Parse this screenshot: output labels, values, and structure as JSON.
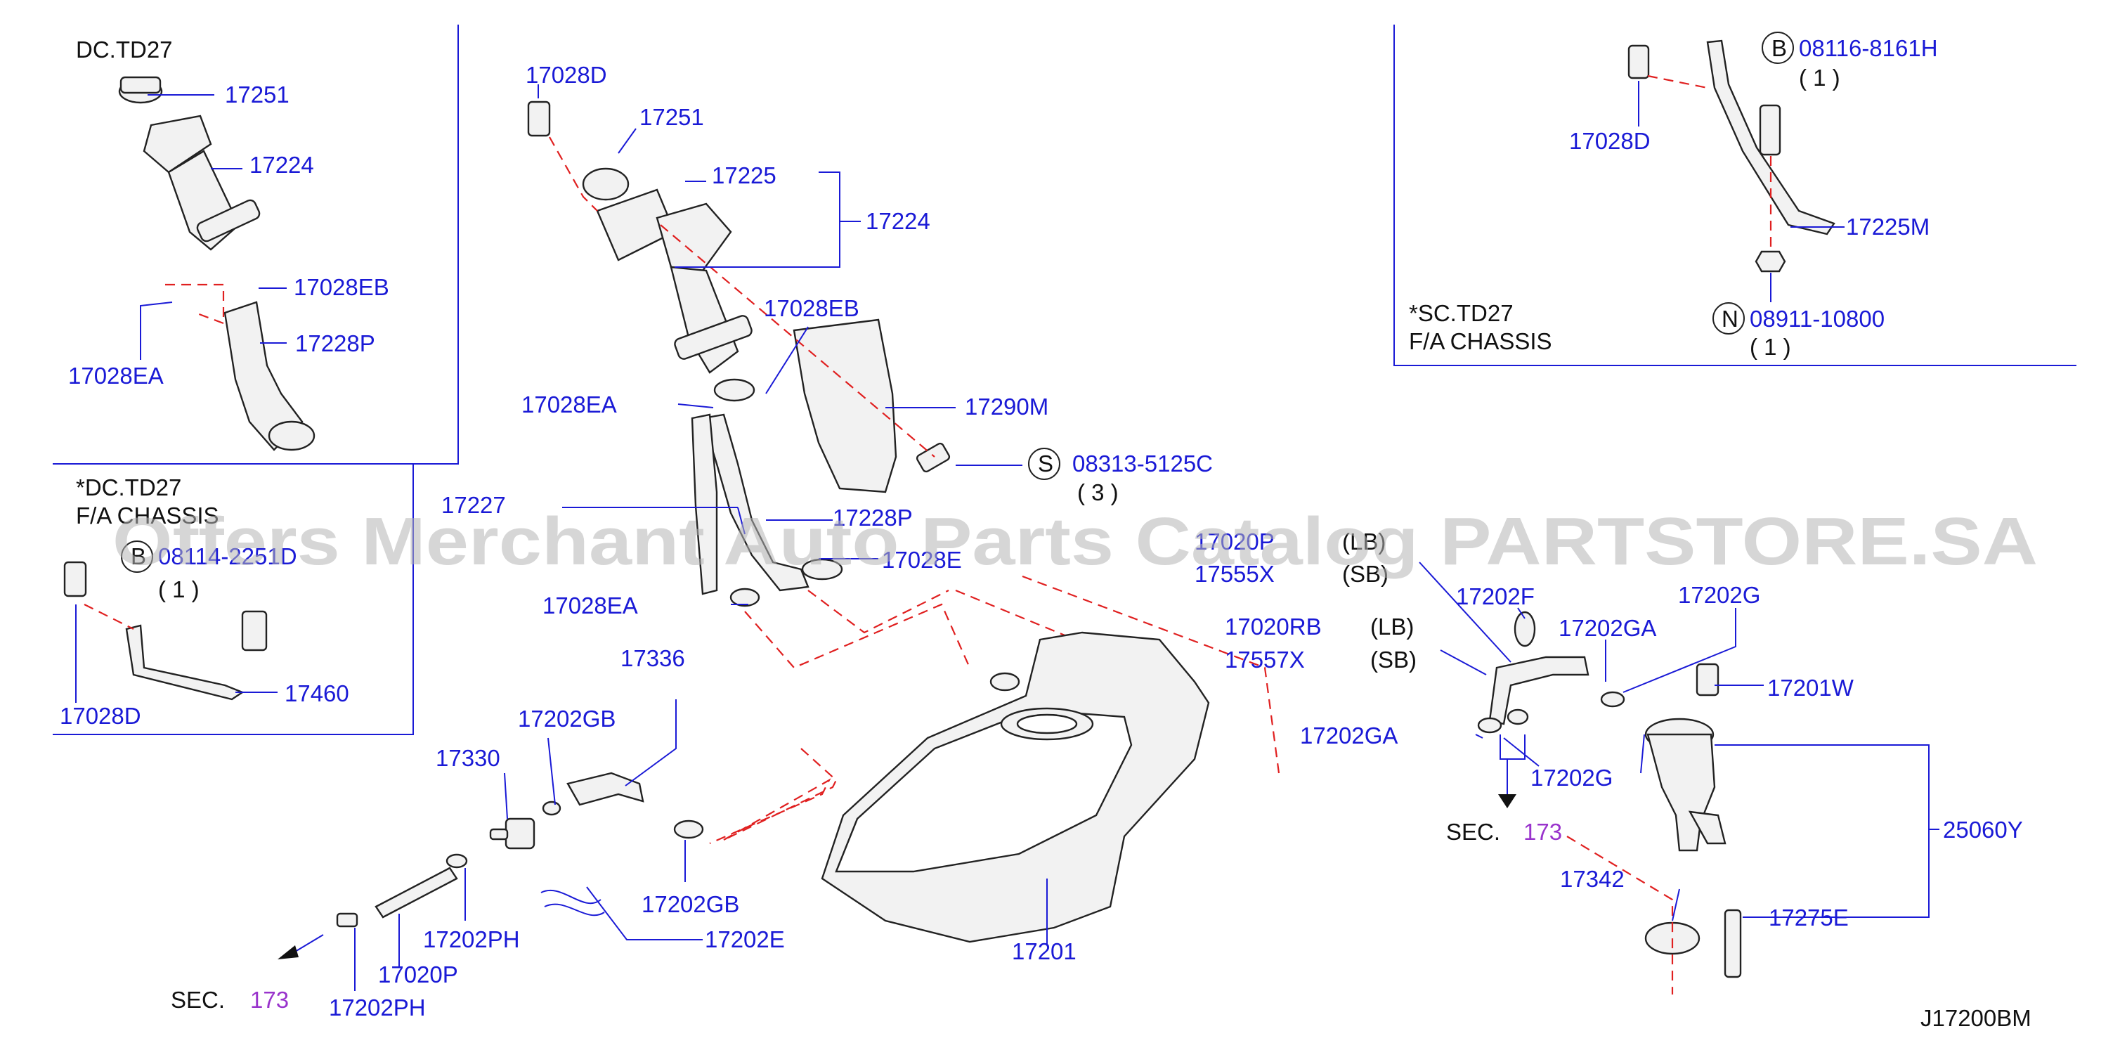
{
  "diagram_code": "J17200BM",
  "watermark": "Offers Merchant Auto Parts Catalog PARTSTORE.SA",
  "colors": {
    "part_number": "#1a1ad6",
    "section_ref": "#9933cc",
    "dashed_line": "#e02020",
    "text": "#111111"
  },
  "insets": {
    "dc_td27": {
      "title": "DC.TD27",
      "labels": [
        "17251",
        "17224",
        "17028EB",
        "17228P",
        "17028EA"
      ]
    },
    "dc_td27_chassis": {
      "title": "*DC.TD27",
      "subtitle": "F/A   CHASSIS",
      "fastener_code": "B",
      "fastener_number": "08114-2251D",
      "fastener_qty": "( 1 )",
      "labels": [
        "17028D",
        "17460"
      ]
    },
    "sc_td27_chassis": {
      "title": "*SC.TD27",
      "subtitle": "F/A   CHASSIS",
      "b_code": "B",
      "b_number": "08116-8161H",
      "b_qty": "( 1 )",
      "n_code": "N",
      "n_number": "08911-10800",
      "n_qty": "( 1 )",
      "labels": [
        "17028D",
        "17225M"
      ]
    }
  },
  "main": {
    "labels": {
      "l17028D": "17028D",
      "l17251": "17251",
      "l17225": "17225",
      "l17224": "17224",
      "l17028EB": "17028EB",
      "l17028EA_top": "17028EA",
      "l17290M": "17290M",
      "s_code": "S",
      "s_number": "08313-5125C",
      "s_qty": "( 3 )",
      "l17227": "17227",
      "l17228P": "17228P",
      "l17028E": "17028E",
      "l17028EA_bot": "17028EA",
      "l17336": "17336",
      "l17202GB_top": "17202GB",
      "l17330": "17330",
      "l17202GB_bot": "17202GB",
      "l17202E": "17202E",
      "l17202PH_mid": "17202PH",
      "l17020P": "17020P",
      "l17202PH_bot": "17202PH",
      "l17201": "17201",
      "l17020P_lb": "17020P",
      "lb1": "(LB)",
      "l17555X": "17555X",
      "sb1": "(SB)",
      "l17202F": "17202F",
      "l17202GA_top": "17202GA",
      "l17202G_top": "17202G",
      "l17020RB": "17020RB",
      "lb2": "(LB)",
      "l17557X": "17557X",
      "sb2": "(SB)",
      "l17201W": "17201W",
      "l17202GA_mid": "17202GA",
      "l17202G_mid": "17202G",
      "sec_right_label": "SEC.",
      "sec_right_num": "173",
      "l25060Y": "25060Y",
      "l17342": "17342",
      "l17275E": "17275E",
      "sec_left_label": "SEC.",
      "sec_left_num": "173"
    }
  }
}
